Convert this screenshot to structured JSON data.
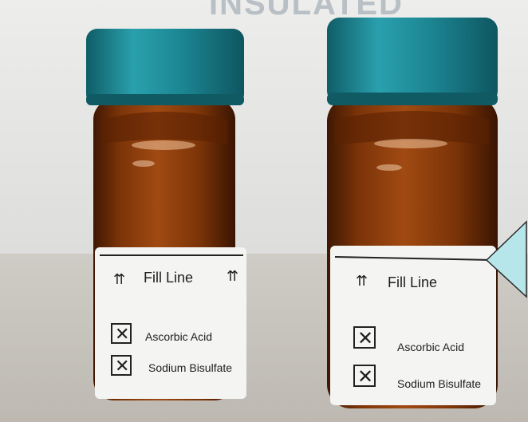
{
  "background": {
    "box_print": "INSULATED",
    "colors": {
      "box": "#e6e6e4",
      "table": "#c9c6c0",
      "callout": "#b7e6ea"
    }
  },
  "bottles": [
    {
      "fill_line": "Fill Line",
      "arrow_symbol": "⇈",
      "checkboxes": [
        {
          "label": "Ascorbic Acid",
          "checked": true
        },
        {
          "label": "Sodium Bisulfate",
          "checked": true
        }
      ]
    },
    {
      "fill_line": "Fill Line",
      "arrow_symbol": "⇈",
      "checkboxes": [
        {
          "label": "Ascorbic Acid",
          "checked": true
        },
        {
          "label": "Sodium Bisulfate",
          "checked": true
        }
      ]
    }
  ],
  "colors": {
    "cap": "#1f8d9a",
    "cap_dark": "#146b76",
    "glass": "#8a3e0c",
    "glass_dark": "#4b1d04",
    "label": "#f4f4f2"
  },
  "check_mark": "✕"
}
